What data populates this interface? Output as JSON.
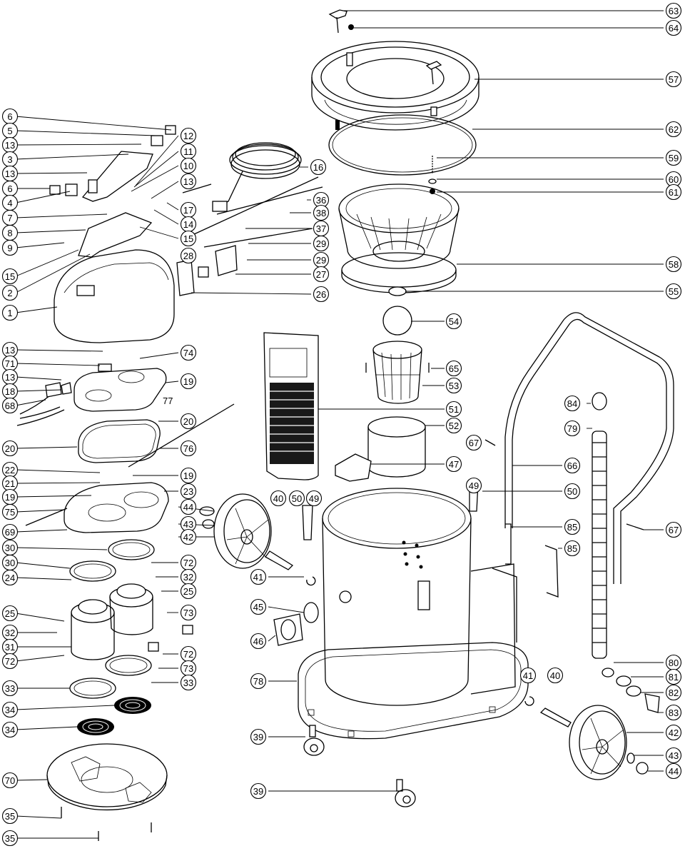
{
  "callouts": [
    {
      "id": "c63",
      "label": "63"
    },
    {
      "id": "c64",
      "label": "64"
    },
    {
      "id": "c57",
      "label": "57"
    },
    {
      "id": "c62",
      "label": "62"
    },
    {
      "id": "c59",
      "label": "59"
    },
    {
      "id": "c60",
      "label": "60"
    },
    {
      "id": "c61",
      "label": "61"
    },
    {
      "id": "c58",
      "label": "58"
    },
    {
      "id": "c55",
      "label": "55"
    },
    {
      "id": "c54",
      "label": "54"
    },
    {
      "id": "c65",
      "label": "65"
    },
    {
      "id": "c53",
      "label": "53"
    },
    {
      "id": "c51",
      "label": "51"
    },
    {
      "id": "c52",
      "label": "52"
    },
    {
      "id": "c67a",
      "label": "67"
    },
    {
      "id": "c47",
      "label": "47"
    },
    {
      "id": "c66",
      "label": "66"
    },
    {
      "id": "c49b",
      "label": "49"
    },
    {
      "id": "c50b",
      "label": "50"
    },
    {
      "id": "c85a",
      "label": "85"
    },
    {
      "id": "c85b",
      "label": "85"
    },
    {
      "id": "c67b",
      "label": "67"
    },
    {
      "id": "c84",
      "label": "84"
    },
    {
      "id": "c79",
      "label": "79"
    },
    {
      "id": "c80",
      "label": "80"
    },
    {
      "id": "c81",
      "label": "81"
    },
    {
      "id": "c82",
      "label": "82"
    },
    {
      "id": "c83",
      "label": "83"
    },
    {
      "id": "c42b",
      "label": "42"
    },
    {
      "id": "c43b",
      "label": "43"
    },
    {
      "id": "c44b",
      "label": "44"
    },
    {
      "id": "c41b",
      "label": "41"
    },
    {
      "id": "c40b",
      "label": "40"
    },
    {
      "id": "c6a",
      "label": "6"
    },
    {
      "id": "c5",
      "label": "5"
    },
    {
      "id": "c13a",
      "label": "13"
    },
    {
      "id": "c3",
      "label": "3"
    },
    {
      "id": "c13b",
      "label": "13"
    },
    {
      "id": "c6b",
      "label": "6"
    },
    {
      "id": "c4",
      "label": "4"
    },
    {
      "id": "c7",
      "label": "7"
    },
    {
      "id": "c8",
      "label": "8"
    },
    {
      "id": "c9",
      "label": "9"
    },
    {
      "id": "c15a",
      "label": "15"
    },
    {
      "id": "c2",
      "label": "2"
    },
    {
      "id": "c1",
      "label": "1"
    },
    {
      "id": "c12",
      "label": "12"
    },
    {
      "id": "c11",
      "label": "11"
    },
    {
      "id": "c10",
      "label": "10"
    },
    {
      "id": "c13c",
      "label": "13"
    },
    {
      "id": "c17",
      "label": "17"
    },
    {
      "id": "c14",
      "label": "14"
    },
    {
      "id": "c15b",
      "label": "15"
    },
    {
      "id": "c16",
      "label": "16"
    },
    {
      "id": "c36",
      "label": "36"
    },
    {
      "id": "c38",
      "label": "38"
    },
    {
      "id": "c37",
      "label": "37"
    },
    {
      "id": "c29a",
      "label": "29"
    },
    {
      "id": "c29b",
      "label": "29"
    },
    {
      "id": "c27",
      "label": "27"
    },
    {
      "id": "c28",
      "label": "28"
    },
    {
      "id": "c26",
      "label": "26"
    },
    {
      "id": "c13d",
      "label": "13"
    },
    {
      "id": "c74",
      "label": "74"
    },
    {
      "id": "c71",
      "label": "71"
    },
    {
      "id": "c13e",
      "label": "13"
    },
    {
      "id": "c19a",
      "label": "19"
    },
    {
      "id": "c18",
      "label": "18"
    },
    {
      "id": "c68",
      "label": "68"
    },
    {
      "id": "c20a",
      "label": "20"
    },
    {
      "id": "c20b",
      "label": "20"
    },
    {
      "id": "c76",
      "label": "76"
    },
    {
      "id": "c22",
      "label": "22"
    },
    {
      "id": "c19b",
      "label": "19"
    },
    {
      "id": "c21",
      "label": "21"
    },
    {
      "id": "c23",
      "label": "23"
    },
    {
      "id": "c19c",
      "label": "19"
    },
    {
      "id": "c75",
      "label": "75"
    },
    {
      "id": "c69",
      "label": "69"
    },
    {
      "id": "c44a",
      "label": "44"
    },
    {
      "id": "c43a",
      "label": "43"
    },
    {
      "id": "c42a",
      "label": "42"
    },
    {
      "id": "c30a",
      "label": "30"
    },
    {
      "id": "c30b",
      "label": "30"
    },
    {
      "id": "c72a",
      "label": "72"
    },
    {
      "id": "c32a",
      "label": "32"
    },
    {
      "id": "c24",
      "label": "24"
    },
    {
      "id": "c25a",
      "label": "25"
    },
    {
      "id": "c25b",
      "label": "25"
    },
    {
      "id": "c73a",
      "label": "73"
    },
    {
      "id": "c32b",
      "label": "32"
    },
    {
      "id": "c31",
      "label": "31"
    },
    {
      "id": "c72b",
      "label": "72"
    },
    {
      "id": "c72c",
      "label": "72"
    },
    {
      "id": "c73b",
      "label": "73"
    },
    {
      "id": "c33a",
      "label": "33"
    },
    {
      "id": "c33b",
      "label": "33"
    },
    {
      "id": "c34a",
      "label": "34"
    },
    {
      "id": "c34b",
      "label": "34"
    },
    {
      "id": "c70",
      "label": "70"
    },
    {
      "id": "c35a",
      "label": "35"
    },
    {
      "id": "c35b",
      "label": "35"
    },
    {
      "id": "c40a",
      "label": "40"
    },
    {
      "id": "c50a",
      "label": "50"
    },
    {
      "id": "c49a",
      "label": "49"
    },
    {
      "id": "c41a",
      "label": "41"
    },
    {
      "id": "c45",
      "label": "45"
    },
    {
      "id": "c46",
      "label": "46"
    },
    {
      "id": "c78",
      "label": "78"
    },
    {
      "id": "c39a",
      "label": "39"
    },
    {
      "id": "c39b",
      "label": "39"
    }
  ],
  "plain_labels": [
    {
      "id": "t77",
      "label": "77"
    }
  ]
}
